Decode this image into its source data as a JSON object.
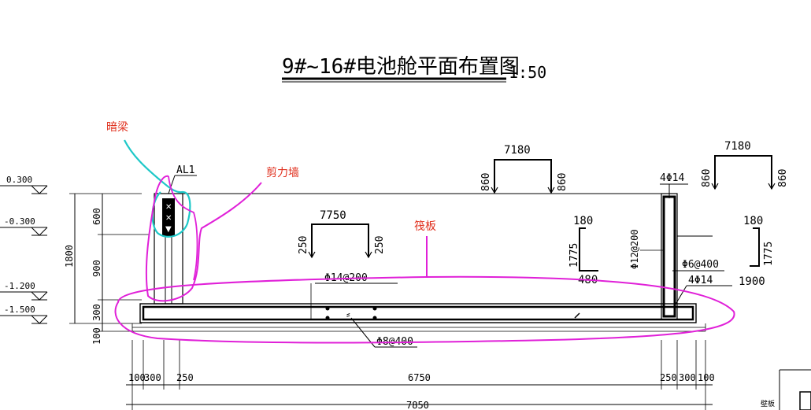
{
  "drawing": {
    "title": "9#~16#电池舱平面布置图",
    "scale": "1:50",
    "detail_label": "AL1"
  },
  "annotations": {
    "hidden_beam": "暗梁",
    "shear_wall": "剪力墙",
    "raft_slab": "筏板"
  },
  "elevations": [
    "0.300",
    "-0.300",
    "-1.200",
    "-1.500"
  ],
  "dimensions": {
    "left_vertical": [
      "600",
      "900",
      "300",
      "100"
    ],
    "left_total": "1800",
    "bottom_segments": [
      "100",
      "300",
      "250",
      "6750",
      "250",
      "300",
      "100"
    ],
    "bottom_total": "7850"
  },
  "rebar_details": {
    "bent_bar_top_left": {
      "length": "7180",
      "leg_left": "860",
      "leg_right": "860"
    },
    "bent_bar_top_right": {
      "length": "7180",
      "leg_left": "860",
      "leg_right": "860"
    },
    "slab_top_bar": {
      "length": "7750",
      "leg_left": "250",
      "leg_right": "250"
    },
    "l_bar_middle": {
      "top": "180",
      "leg": "1775",
      "bottom": "480"
    },
    "l_bar_right": {
      "top": "180",
      "leg": "1775",
      "bottom": "1900"
    }
  },
  "rebar_callouts": {
    "wall_top": "4Φ14",
    "wall_vertical": "Φ12@200",
    "wall_stirrup": "Φ6@400",
    "wall_bottom": "4Φ14",
    "slab_top": "Φ14@200",
    "slab_bottom": "Φ8@400"
  },
  "corner_label": "壁板",
  "colors": {
    "linework": "#000000",
    "annotation_text": "#e0301e",
    "markup_magenta": "#e020d8",
    "markup_cyan": "#1ec8c8"
  }
}
